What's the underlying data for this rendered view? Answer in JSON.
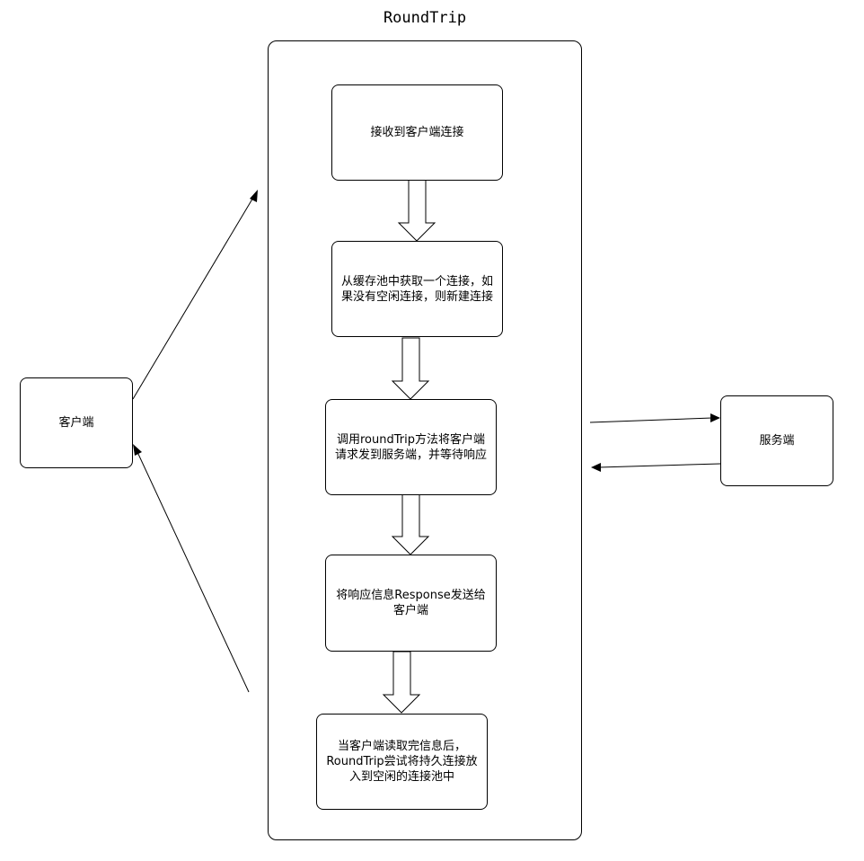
{
  "title": "RoundTrip",
  "nodes": {
    "client": "客户端",
    "server": "服务端",
    "step1": "接收到客户端连接",
    "step2": "从缓存池中获取一个连接，如果没有空闲连接，则新建连接",
    "step3": "调用roundTrip方法将客户端请求发到服务端，并等待响应",
    "step4": "将响应信息Response发送给客户端",
    "step5": "当客户端读取完信息后，RoundTrip尝试将持久连接放入到空闲的连接池中"
  }
}
